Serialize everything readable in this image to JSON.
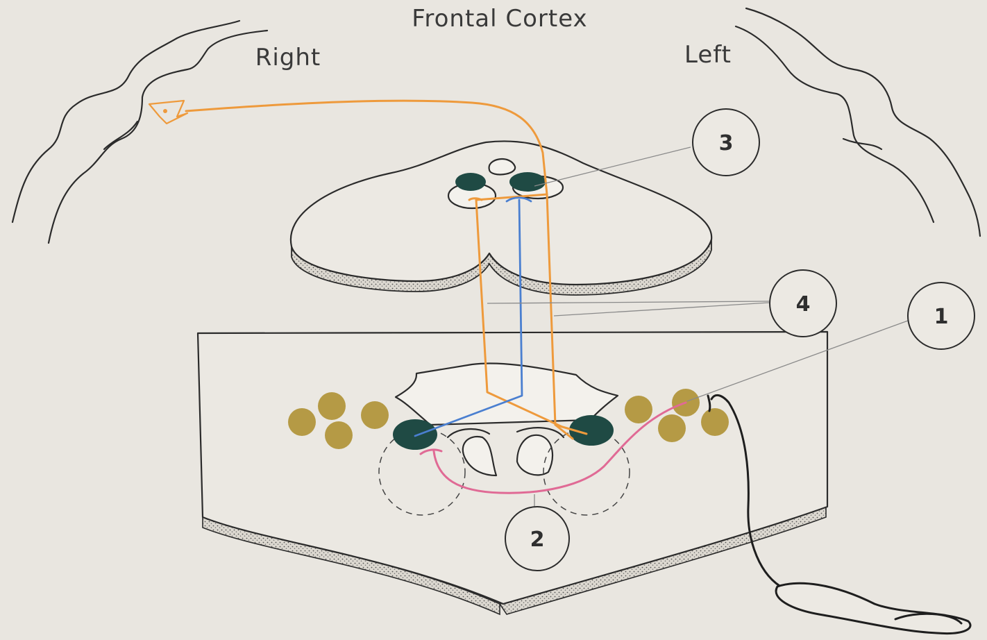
{
  "title": "Frontal Cortex",
  "side_right": "Right",
  "side_left": "Left",
  "callouts": {
    "c1": "1",
    "c2": "2",
    "c3": "3",
    "c4": "4"
  },
  "colors": {
    "background": "#e9e6e0",
    "outline": "#2b2b2b",
    "orange_pathway": "#ee9a3c",
    "blue_pathway": "#4a7fd0",
    "pink_pathway": "#e06a95",
    "dark_nucleus": "#1f4a44",
    "olive_nucleus": "#b59a45",
    "sensory_fiber": "#1e1e1e"
  },
  "icons": {
    "cortical_neuron": "pyramidal-neuron-icon"
  }
}
